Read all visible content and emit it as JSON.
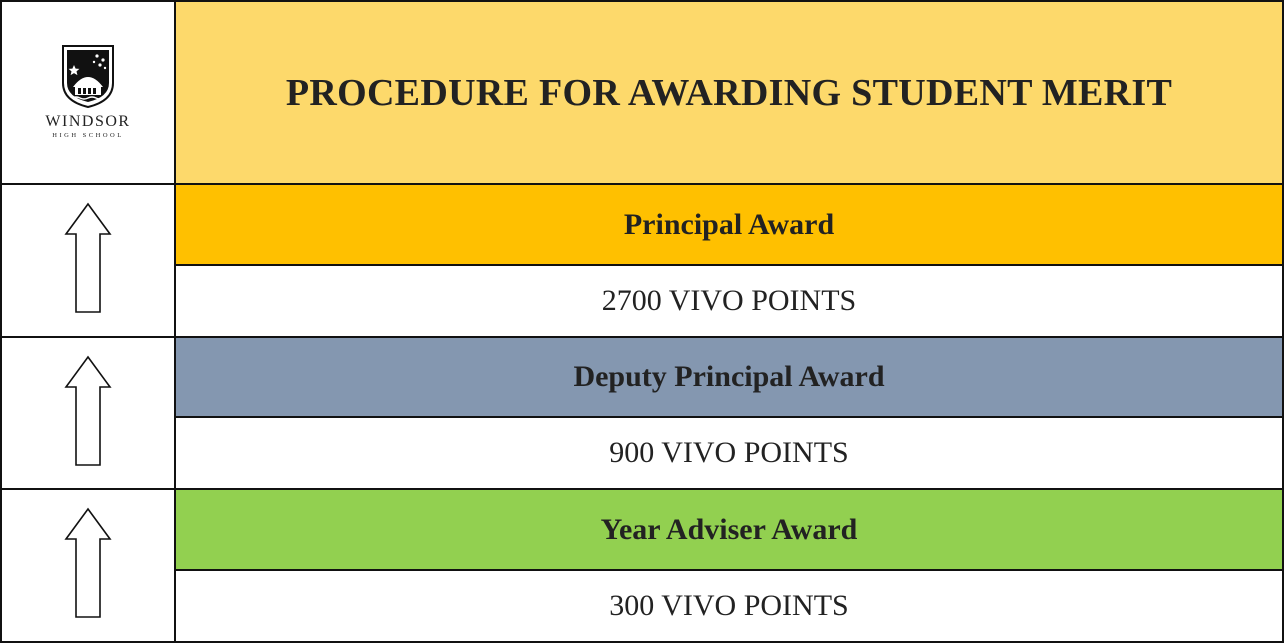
{
  "logo": {
    "name": "WINDSOR",
    "subtitle": "HIGH SCHOOL"
  },
  "title": "PROCEDURE FOR AWARDING STUDENT MERIT",
  "colors": {
    "title_bg": "#fdd96b",
    "principal": "#ffc000",
    "deputy": "#8497b0",
    "adviser": "#92d050"
  },
  "awards": [
    {
      "name": "Principal Award",
      "points": "2700 VIVO POINTS",
      "color": "#ffc000",
      "icon": "up-arrow-icon"
    },
    {
      "name": "Deputy Principal Award",
      "points": "900 VIVO POINTS",
      "color": "#8497b0",
      "icon": "up-arrow-icon"
    },
    {
      "name": "Year Adviser Award",
      "points": "300 VIVO POINTS",
      "color": "#92d050",
      "icon": "up-arrow-icon"
    }
  ]
}
